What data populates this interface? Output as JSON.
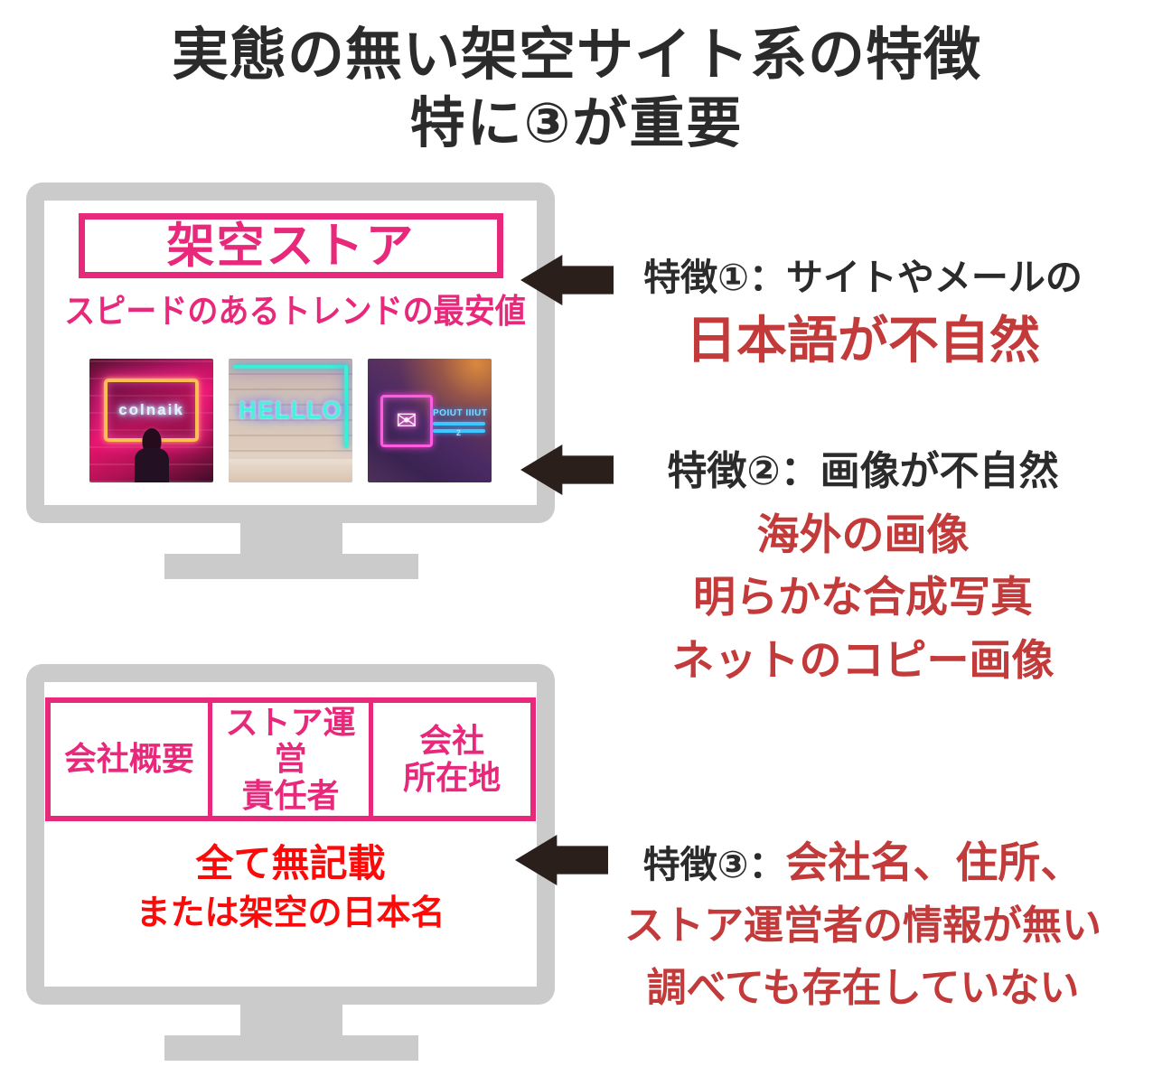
{
  "title": {
    "line1": "実態の無い架空サイト系の特徴",
    "line2": "特に③が重要"
  },
  "monitor1": {
    "store_name": "架空ストア",
    "tagline": "スピードのあるトレンドの最安値",
    "neon_images": {
      "image1_sign_text": "colnaik",
      "image2_sign_text": "HELLLO",
      "image3_sign_text": "POIUT IIIUT",
      "image3_small_text": "2"
    }
  },
  "monitor2": {
    "table": {
      "cell1_line1": "会社概要",
      "cell2_line1": "ストア運営",
      "cell2_line2": "責任者",
      "cell3_line1": "会社",
      "cell3_line2": "所在地"
    },
    "note_line1": "全て無記載",
    "note_line2": "または架空の日本名"
  },
  "features": {
    "f1": {
      "heading": "特徴①：サイトやメールの",
      "detail1": "日本語が不自然"
    },
    "f2": {
      "heading": "特徴②：画像が不自然",
      "detail1": "海外の画像",
      "detail2": "明らかな合成写真",
      "detail3": "ネットのコピー画像"
    },
    "f3": {
      "heading_black": "特徴③：",
      "heading_red": "会社名、住所、",
      "detail1": "ストア運営者の情報が無い",
      "detail2": "調べても存在していない"
    }
  },
  "colors": {
    "pink": "#e8297b",
    "bright_red": "#fb0a0a",
    "dark_red": "#c23a3a",
    "dark_text": "#2b2b2b",
    "arrow": "#2a1f1a",
    "monitor_gray": "#cbcbcb"
  }
}
